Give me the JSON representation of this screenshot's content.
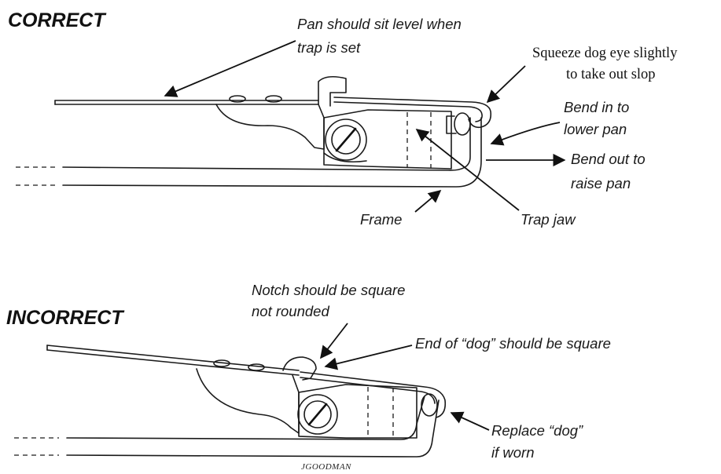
{
  "sections": {
    "correct_title": "CORRECT",
    "incorrect_title": "INCORRECT"
  },
  "labels": {
    "pan_level_line1": "Pan should sit level when",
    "pan_level_line2": "trap is set",
    "squeeze_line1": "Squeeze dog eye slightly",
    "squeeze_line2": "to take out slop",
    "bend_in_line1": "Bend in to",
    "bend_in_line2": "lower pan",
    "bend_out_line1": "Bend out to",
    "bend_out_line2": "raise pan",
    "frame": "Frame",
    "trap_jaw": "Trap jaw",
    "notch_line1": "Notch should be square",
    "notch_line2": "not rounded",
    "dog_end": "End of “dog” should be square",
    "replace_line1": "Replace “dog”",
    "replace_line2": "if worn"
  },
  "signature": "JGOODMAN",
  "colors": {
    "ink": "#1b1b1b",
    "background": "#ffffff"
  }
}
